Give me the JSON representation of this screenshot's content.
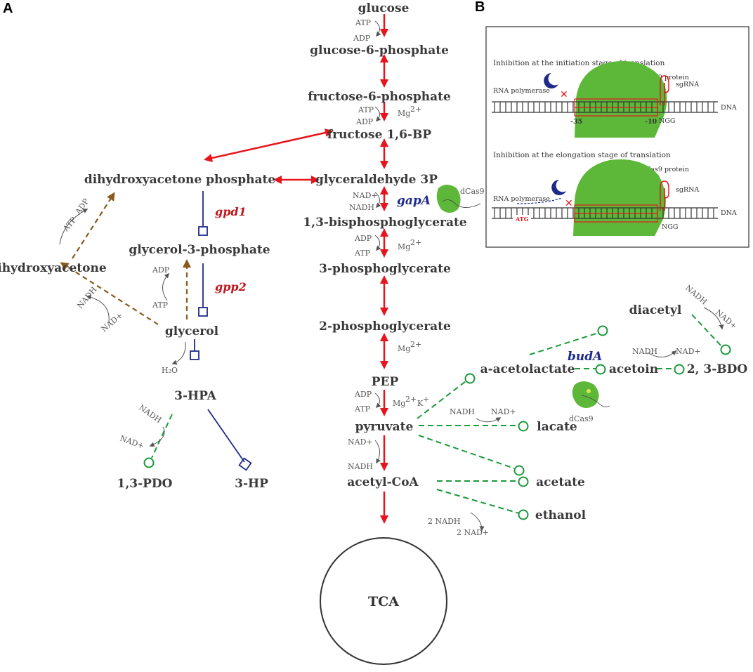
{
  "panels": {
    "a": "A",
    "b": "B"
  },
  "metabolites": {
    "glucose": "glucose",
    "g6p": "glucose-6-phosphate",
    "f6p": "fructose-6-phosphate",
    "fbp": "fructose 1,6-BP",
    "dhap": "dihydroxyacetone phosphate",
    "g3p": "glyceraldehyde 3P",
    "bpg": "1,3-bisphosphoglycerate",
    "dha": "dihydroxyacetone",
    "glyc3p": "glycerol-3-phosphate",
    "pga3": "3-phosphoglycerate",
    "glycerol": "glycerol",
    "pga2": "2-phosphoglycerate",
    "hpa": "3-HPA",
    "pep": "PEP",
    "pyruvate": "pyruvate",
    "pdo": "1,3-PDO",
    "hp": "3-HP",
    "acetylcoa": "acetyl-CoA",
    "tca": "TCA",
    "diacetyl": "diacetyl",
    "acetolactate": "a-acetolactate",
    "acetoin": "acetoin",
    "bdo": "2, 3-BDO",
    "lacate": "lacate",
    "acetate": "acetate",
    "ethanol": "ethanol"
  },
  "genes": {
    "gpd1": "gpd1",
    "gpp2": "gpp2",
    "gapA": "gapA",
    "budA": "budA"
  },
  "cofactors": {
    "atp": "ATP",
    "adp": "ADP",
    "mg": "Mg",
    "mg_sup": "2+",
    "k": "K",
    "k_sup": "+",
    "nadp": "NAD+",
    "nadh": "NADH",
    "h2o": "H₂O",
    "dcas9": "dCas9",
    "two_nadh": "2 NADH",
    "two_nadp": "2 NAD+"
  },
  "inset": {
    "title1": "Inhibition at the initiation stage of translation",
    "title2": "Inhibition at the elongation stage of translation",
    "dcas9_protein": "dCas9 protein",
    "sgrna": "sgRNA",
    "rna_pol": "RNA polymerase",
    "dna": "DNA",
    "m35": "-35",
    "m10": "-10",
    "ngg": "NGG",
    "atg": "ATG"
  },
  "colors": {
    "red": "#e8141b",
    "brown": "#8b5a1e",
    "navy": "#1e2a8a",
    "green": "#1a9a3a",
    "blob": "#5db83a"
  }
}
